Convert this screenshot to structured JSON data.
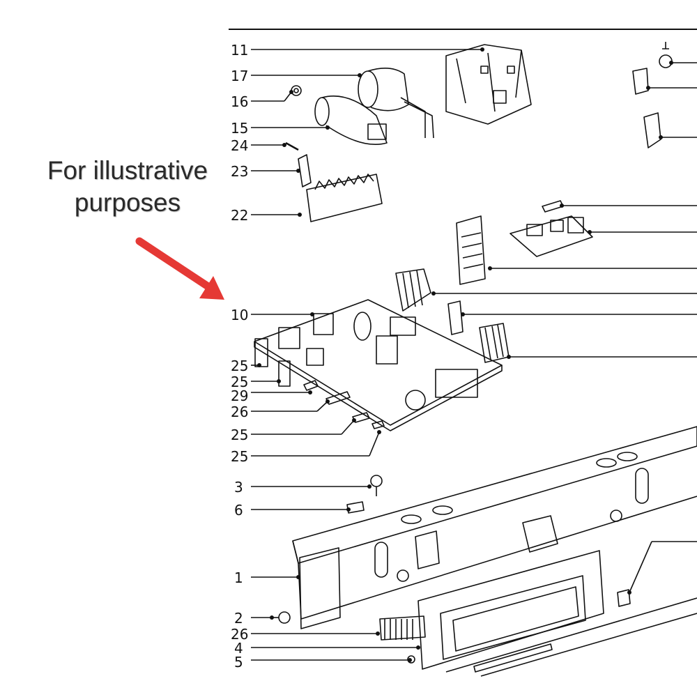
{
  "annotation": {
    "line1": "For illustrative",
    "line2": "purposes",
    "arrow_color": "#e53935"
  },
  "diagram": {
    "callouts": [
      "11",
      "17",
      "16",
      "15",
      "24",
      "23",
      "22",
      "10",
      "25",
      "25",
      "29",
      "26",
      "25",
      "25",
      "3",
      "6",
      "1",
      "2",
      "26",
      "4",
      "5"
    ]
  }
}
